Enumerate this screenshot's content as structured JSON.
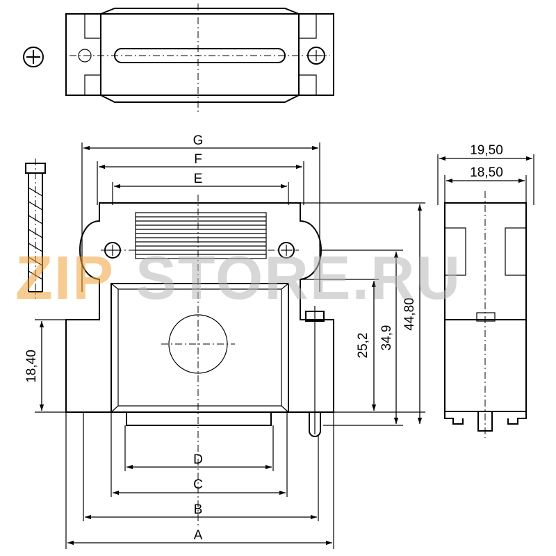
{
  "watermark": {
    "brand_a": "ZIP",
    "brand_b": "STORE.RU",
    "color_a": "#f2a33a",
    "color_b": "#b8b8b8"
  },
  "top_view": {
    "screw_symbol": "⊕"
  },
  "dimensions": {
    "G": "G",
    "F": "F",
    "E": "E",
    "D": "D",
    "C": "C",
    "B": "B",
    "A": "A",
    "h_18_40": "18,40",
    "h_25_2": "25,2",
    "h_34_9": "34,9",
    "h_44_80": "44,80",
    "w_19_50": "19,50",
    "w_18_50": "18,50"
  }
}
